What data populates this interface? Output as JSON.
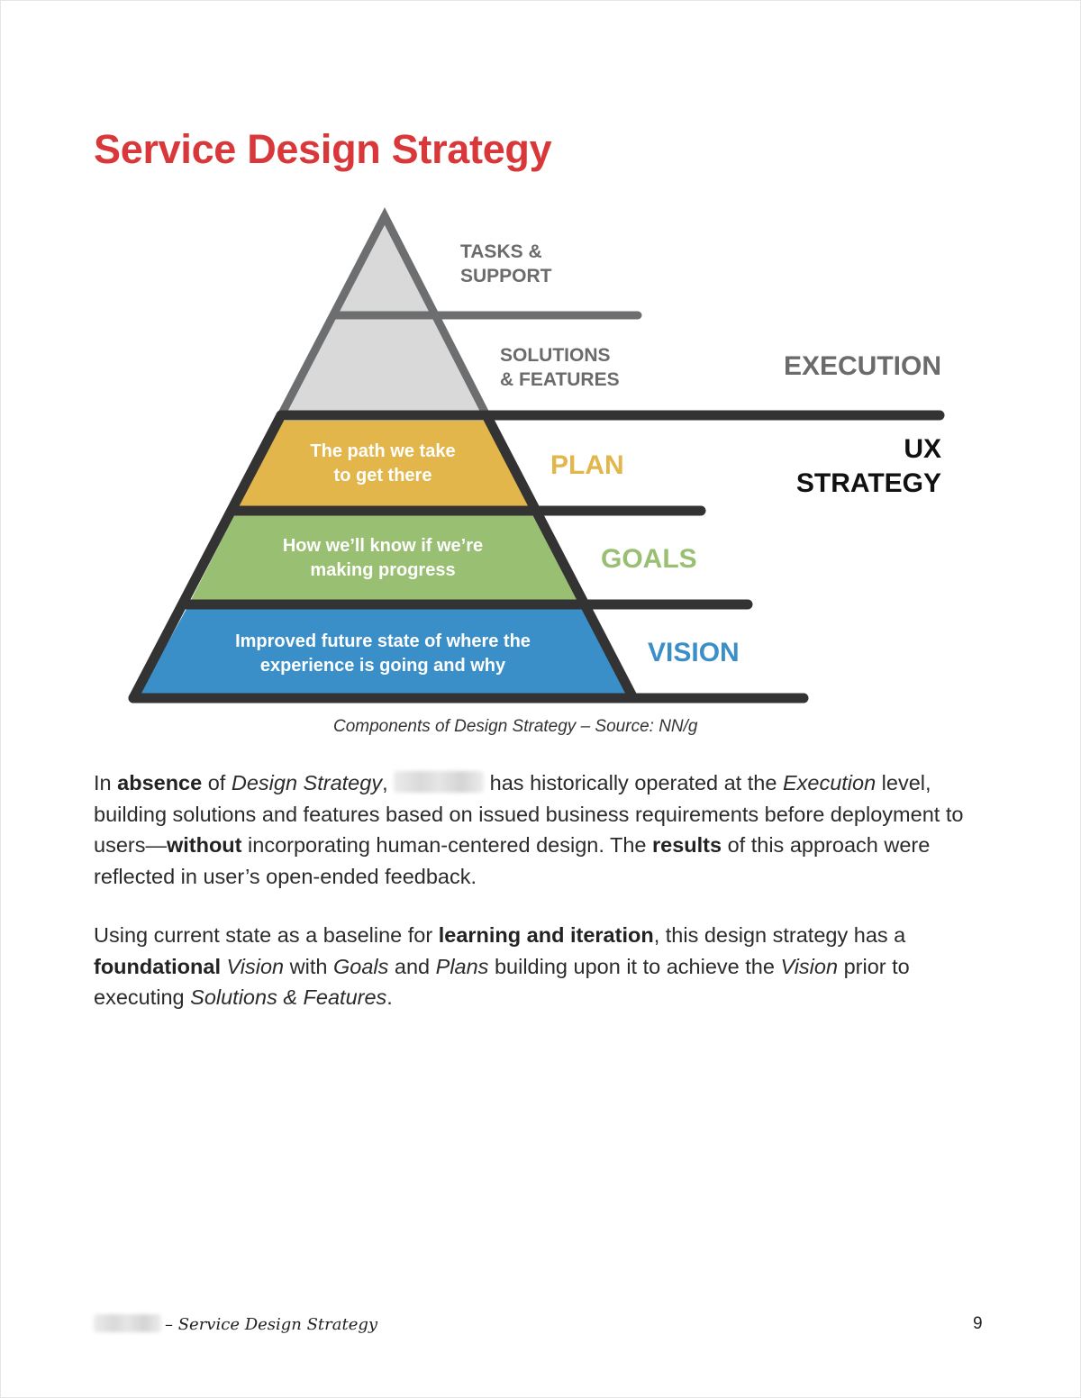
{
  "page": {
    "title": "Service Design Strategy",
    "page_number": "9",
    "footer_text": "– Service Design Strategy",
    "footer_org_redacted": true
  },
  "diagram": {
    "caption": "Components of Design Strategy – Source: NN/g",
    "layers": [
      {
        "name": "tasks-support",
        "label_line1": "TASKS &",
        "label_line2": "SUPPORT",
        "fill": "#d9d9d9",
        "label_color": "#6b6b6b"
      },
      {
        "name": "solutions-features",
        "label_line1": "SOLUTIONS",
        "label_line2": "& FEATURES",
        "fill": "#d9d9d9",
        "label_color": "#6b6b6b"
      },
      {
        "name": "plan",
        "label": "PLAN",
        "desc_line1": "The path we take",
        "desc_line2": "to get there",
        "fill": "#e3b64b",
        "label_color": "#e3b64b"
      },
      {
        "name": "goals",
        "label": "GOALS",
        "desc_line1": "How we’ll know if we’re",
        "desc_line2": "making progress",
        "fill": "#98bf72",
        "label_color": "#98bf72"
      },
      {
        "name": "vision",
        "label": "VISION",
        "desc_line1": "Improved future state of where the",
        "desc_line2": "experience is going and why",
        "fill": "#3a8fc9",
        "label_color": "#3a8fc9"
      }
    ],
    "groups": {
      "execution": {
        "label": "EXECUTION",
        "color": "#6b6b6b"
      },
      "ux_strategy": {
        "label_line1": "UX",
        "label_line2": "STRATEGY",
        "color": "#111111"
      }
    },
    "stroke_gray": "#6d6e70",
    "stroke_dark": "#333333"
  },
  "body": {
    "p1": {
      "t1": "In ",
      "b1": "absence",
      "t2": " of ",
      "i1": "Design Strategy",
      "t3": ", ",
      "t4": " has historically operated at the ",
      "i2": "Execution",
      "t5": " level, building solutions and features based on issued business requirements before deployment to users—",
      "b2": "without",
      "t6": " incorporating human-centered design. The ",
      "b3": "results",
      "t7": " of this approach were reflected in user’s open-ended feedback."
    },
    "p2": {
      "t1": "Using current state as a baseline for ",
      "b1": "learning and iteration",
      "t2": ", this design strategy has a ",
      "b2": "foundational",
      "t3": " ",
      "i1": "Vision",
      "t4": " with ",
      "i2": "Goals",
      "t5": " and ",
      "i3": "Plans",
      "t6": " building upon it to achieve the ",
      "i4": "Vision",
      "t7": " prior to executing ",
      "i5": "Solutions & Features",
      "t8": "."
    }
  }
}
